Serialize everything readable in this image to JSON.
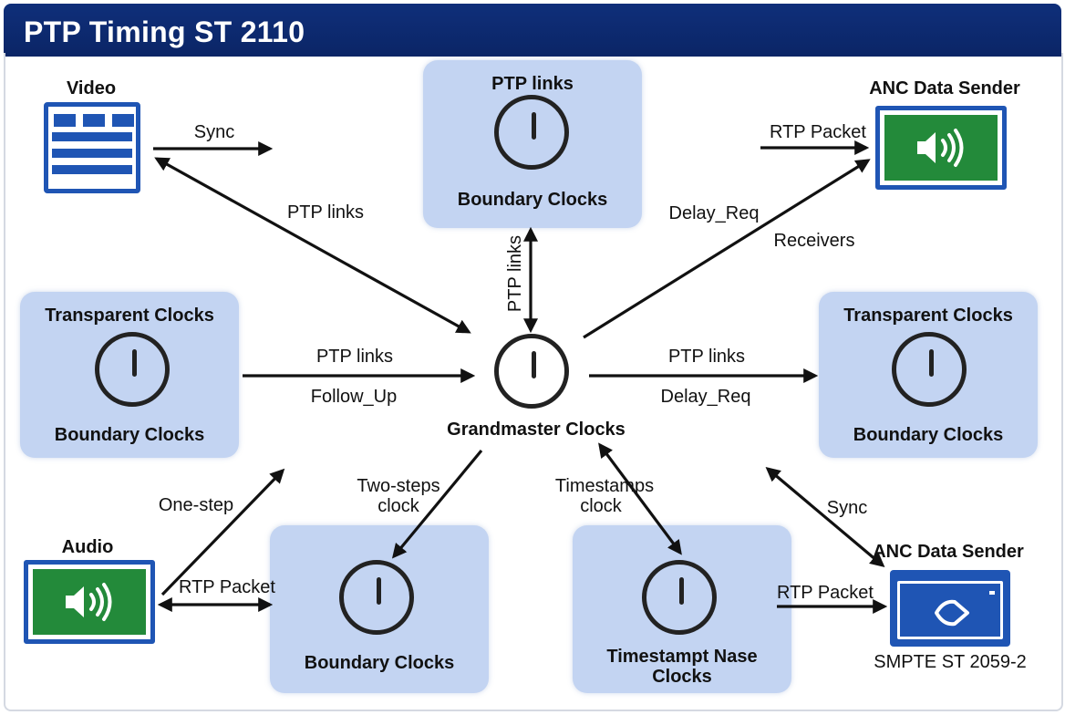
{
  "title": "PTP Timing ST 2110",
  "nodes": {
    "video": {
      "label": "Video"
    },
    "audio": {
      "label": "Audio"
    },
    "ptp_links_top": {
      "label": "PTP links",
      "sub": "Boundary Clocks"
    },
    "anc_top": {
      "label": "ANC Data Sender"
    },
    "anc_bottom": {
      "label": "ANC Data Sender",
      "sub": "SMPTE ST 2059-2"
    },
    "transparent_left": {
      "label": "Transparent Clocks",
      "sub": "Boundary Clocks"
    },
    "transparent_right": {
      "label": "Transparent Clocks",
      "sub": "Boundary Clocks"
    },
    "grandmaster": {
      "label": "Grandmaster Clocks"
    },
    "boundary_bottom": {
      "label": "Boundary Clocks"
    },
    "timestamp_bottom": {
      "label": "Timestampt Nase",
      "label2": "Clocks"
    }
  },
  "edge_labels": {
    "sync_top": "Sync",
    "ptp_links_diag": "PTP links",
    "ptp_links_vertical": "PTP links",
    "rtp_packet_top": "RTP Packet",
    "delay_req_top": "Delay_Req",
    "receivers": "Receivers",
    "ptp_links_left": "PTP links",
    "follow_up": "Follow_Up",
    "ptp_links_right": "PTP links",
    "delay_req_right": "Delay_Req",
    "one_step": "One-step",
    "two_steps_1": "Two-steps",
    "two_steps_2": "clock",
    "timestamps_1": "Timestamps",
    "timestamps_2": "clock",
    "sync_bottom": "Sync",
    "rtp_packet_left": "RTP Packet",
    "rtp_packet_right": "RTP Packet"
  },
  "colors": {
    "header": "#0b2566",
    "box": "#c3d4f2",
    "icon_blue": "#1f55b4",
    "speaker_green": "#238a3a"
  }
}
